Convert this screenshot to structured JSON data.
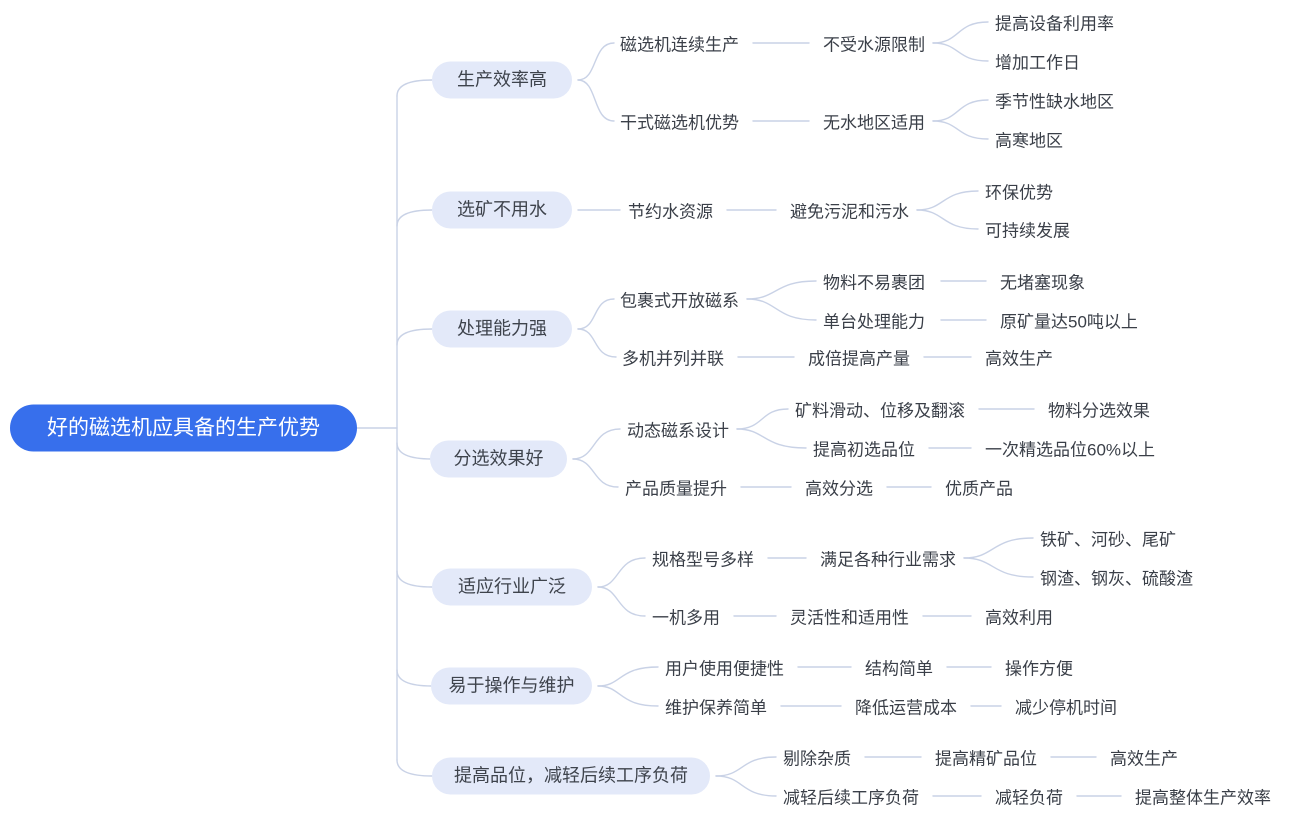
{
  "colors": {
    "root_bg": "#376FEC",
    "root_text": "#FFFFFF",
    "branch_bg": "#E3E9F9",
    "branch_text": "#3E434C",
    "leaf_text": "#3A3F48",
    "connector": "#C9D2E6",
    "background": "#FFFFFF"
  },
  "root": {
    "label": "好的磁选机应具备的生产优势"
  },
  "branches": [
    {
      "label": "生产效率高",
      "children": [
        {
          "label": "磁选机连续生产",
          "children": [
            {
              "label": "不受水源限制",
              "children": [
                {
                  "label": "提高设备利用率"
                },
                {
                  "label": "增加工作日"
                }
              ]
            }
          ]
        },
        {
          "label": "干式磁选机优势",
          "children": [
            {
              "label": "无水地区适用",
              "children": [
                {
                  "label": "季节性缺水地区"
                },
                {
                  "label": "高寒地区"
                }
              ]
            }
          ]
        }
      ]
    },
    {
      "label": "选矿不用水",
      "children": [
        {
          "label": "节约水资源",
          "children": [
            {
              "label": "避免污泥和污水",
              "children": [
                {
                  "label": "环保优势"
                },
                {
                  "label": "可持续发展"
                }
              ]
            }
          ]
        }
      ]
    },
    {
      "label": "处理能力强",
      "children": [
        {
          "label": "包裹式开放磁系",
          "children": [
            {
              "label": "物料不易裹团",
              "children": [
                {
                  "label": "无堵塞现象"
                }
              ]
            },
            {
              "label": "单台处理能力",
              "children": [
                {
                  "label": "原矿量达50吨以上"
                }
              ]
            }
          ]
        },
        {
          "label": "多机并列并联",
          "children": [
            {
              "label": "成倍提高产量",
              "children": [
                {
                  "label": "高效生产"
                }
              ]
            }
          ]
        }
      ]
    },
    {
      "label": "分选效果好",
      "children": [
        {
          "label": "动态磁系设计",
          "children": [
            {
              "label": "矿料滑动、位移及翻滚",
              "children": [
                {
                  "label": "物料分选效果"
                }
              ]
            },
            {
              "label": "提高初选品位",
              "children": [
                {
                  "label": "一次精选品位60%以上"
                }
              ]
            }
          ]
        },
        {
          "label": "产品质量提升",
          "children": [
            {
              "label": "高效分选",
              "children": [
                {
                  "label": "优质产品"
                }
              ]
            }
          ]
        }
      ]
    },
    {
      "label": "适应行业广泛",
      "children": [
        {
          "label": "规格型号多样",
          "children": [
            {
              "label": "满足各种行业需求",
              "children": [
                {
                  "label": "铁矿、河砂、尾矿"
                },
                {
                  "label": "钢渣、钢灰、硫酸渣"
                }
              ]
            }
          ]
        },
        {
          "label": "一机多用",
          "children": [
            {
              "label": "灵活性和适用性",
              "children": [
                {
                  "label": "高效利用"
                }
              ]
            }
          ]
        }
      ]
    },
    {
      "label": "易于操作与维护",
      "children": [
        {
          "label": "用户使用便捷性",
          "children": [
            {
              "label": "结构简单",
              "children": [
                {
                  "label": "操作方便"
                }
              ]
            }
          ]
        },
        {
          "label": "维护保养简单",
          "children": [
            {
              "label": "降低运营成本",
              "children": [
                {
                  "label": "减少停机时间"
                }
              ]
            }
          ]
        }
      ]
    },
    {
      "label": "提高品位，减轻后续工序负荷",
      "children": [
        {
          "label": "剔除杂质",
          "children": [
            {
              "label": "提高精矿品位",
              "children": [
                {
                  "label": "高效生产"
                }
              ]
            }
          ]
        },
        {
          "label": "减轻后续工序负荷",
          "children": [
            {
              "label": "减轻负荷",
              "children": [
                {
                  "label": "提高整体生产效率"
                }
              ]
            }
          ]
        }
      ]
    }
  ]
}
